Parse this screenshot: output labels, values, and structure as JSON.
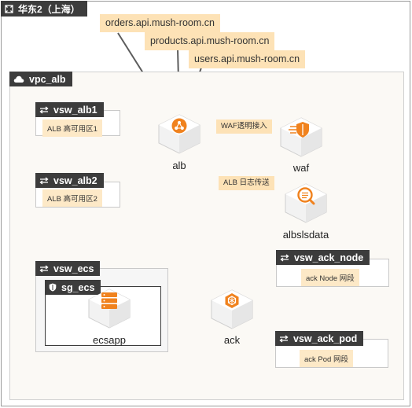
{
  "region": {
    "label": "华东2（上海）",
    "icon": "region-frame-icon"
  },
  "domains": [
    "orders.api.mush-room.cn",
    "products.api.mush-room.cn",
    "users.api.mush-room.cn"
  ],
  "vpc": {
    "label": "vpc_alb",
    "icon": "cloud-icon"
  },
  "vswitches": {
    "alb1": {
      "label": "vsw_alb1",
      "zone": "ALB 高可用区1"
    },
    "alb2": {
      "label": "vsw_alb2",
      "zone": "ALB 高可用区2"
    },
    "ecs": {
      "label": "vsw_ecs"
    },
    "ack_node": {
      "label": "vsw_ack_node",
      "zone": "ack Node 网段"
    },
    "ack_pod": {
      "label": "vsw_ack_pod",
      "zone": "ack Pod 网段"
    }
  },
  "security_group": {
    "label": "sg_ecs",
    "icon": "shield-icon"
  },
  "nodes": {
    "alb": {
      "label": "alb",
      "icon": "alb-share-icon"
    },
    "waf": {
      "label": "waf",
      "icon": "waf-shield-icon"
    },
    "albslsdata": {
      "label": "albslsdata",
      "icon": "sls-search-icon"
    },
    "ecsapp": {
      "label": "ecsapp",
      "icon": "ecs-server-icon"
    },
    "ack": {
      "label": "ack",
      "icon": "ack-hexagon-icon"
    }
  },
  "edges": {
    "waf": "WAF透明接入",
    "sls": "ALB 日志传送"
  },
  "colors": {
    "accent": "#f0821e",
    "tag_bg": "#3c3c3c",
    "domain_bg": "#fde2b6",
    "subnet_label_bg": "#fde9c7",
    "line": "#6b6b6b"
  }
}
